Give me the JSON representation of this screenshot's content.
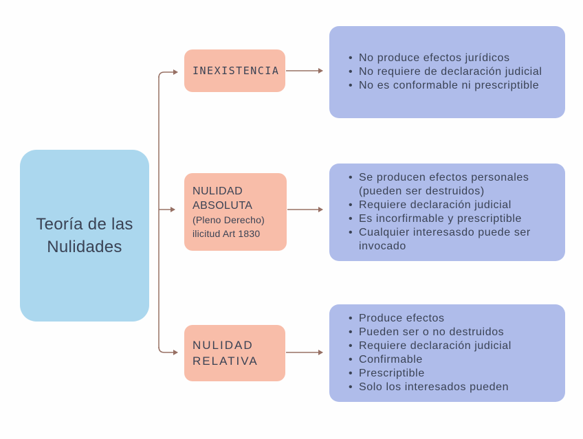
{
  "diagram": {
    "root": {
      "label": "Teoría de las Nulidades"
    },
    "branches": [
      {
        "label": "INEXISTENCIA",
        "bullets": [
          "No produce efectos jurídicos",
          "No requiere de declaración judicial",
          "No es conformable ni prescriptible"
        ]
      },
      {
        "label_lines": [
          "NULIDAD",
          "ABSOLUTA"
        ],
        "sublabel_lines": [
          "(Pleno Derecho)",
          "ilicitud Art 1830"
        ],
        "bullets": [
          "Se producen efectos personales (pueden ser destruidos)",
          "Requiere declaración judicial",
          "Es incorfirmable y prescriptible",
          "Cualquier interesasdo puede ser invocado"
        ]
      },
      {
        "label_lines": [
          "NULIDAD",
          "RELATIVA"
        ],
        "bullets": [
          "Produce efectos",
          "Pueden ser o no destruidos",
          "Requiere declaración judicial",
          "Confirmable",
          "Prescriptible",
          "Solo los interesados pueden"
        ]
      }
    ],
    "palette": {
      "root_fill": "#ABD7EE",
      "branch_fill": "#F8BDA9",
      "detail_fill": "#AFBCEA",
      "text_color": "#3A4254",
      "connector_color": "#977064",
      "background": "#FEFEFE"
    }
  }
}
